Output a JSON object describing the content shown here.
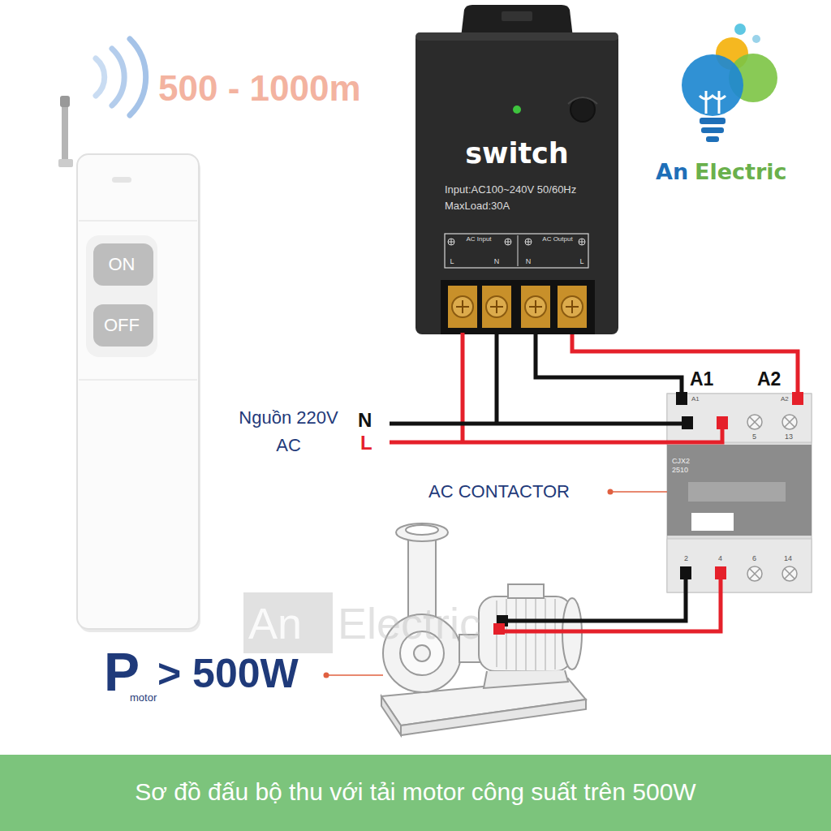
{
  "diagram": {
    "caption": "Sơ đồ đấu bộ thu với tải motor công suất trên 500W",
    "nodes": [
      {
        "text": [
          "ON"
        ]
      },
      {
        "text": [
          "OFF"
        ]
      },
      {
        "text": [
          "switch",
          "Input:AC100~240V 50/60Hz",
          "MaxLoad:30A",
          "AC Input",
          "AC Output",
          "L",
          "N",
          "N",
          "L"
        ]
      },
      {
        "text": [
          "CJX2 2510"
        ]
      }
    ],
    "edges": [
      {
        "from": 2,
        "to": 3,
        "arrow": "none"
      },
      {
        "from": 2,
        "to": 3,
        "arrow": "none"
      }
    ],
    "labels": [
      "500 - 1000m",
      "An",
      "Electric",
      "Nguồn 220V AC",
      "N",
      "L",
      "A1",
      "A2",
      "A1",
      "A2",
      "5",
      "13",
      "AC CONTACTOR",
      "2",
      "4",
      "6",
      "14",
      "An",
      "Electric",
      "P",
      "motor",
      "> 500W"
    ]
  }
}
